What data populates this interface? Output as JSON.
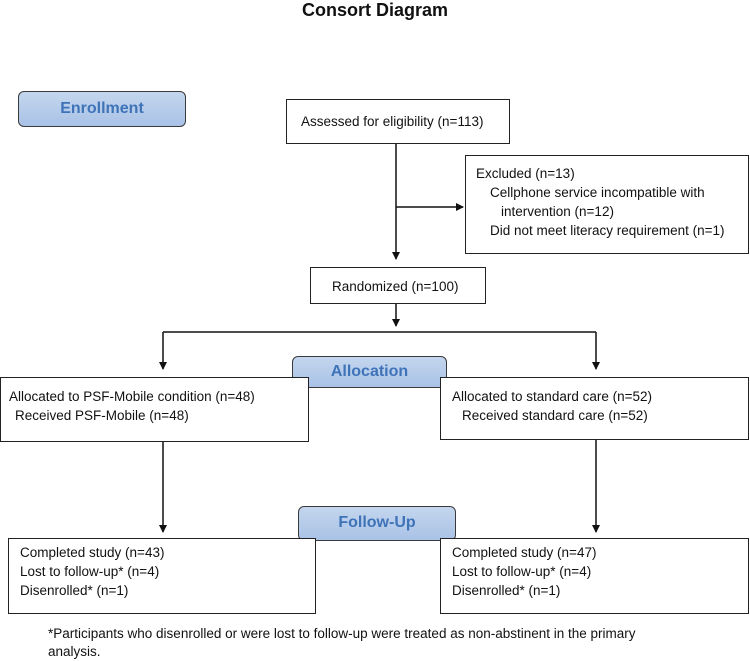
{
  "title": "Consort Diagram",
  "stages": {
    "enrollment": "Enrollment",
    "allocation": "Allocation",
    "follow_up": "Follow-Up"
  },
  "assessed": "Assessed for eligibility (n=113)",
  "excluded": {
    "heading": "Excluded  (n=13)",
    "reason1_line1": "Cellphone service incompatible with",
    "reason1_line2": "intervention (n=12)",
    "reason2": "Did not meet literacy requirement (n=1)"
  },
  "randomized": "Randomized (n=100)",
  "allocation_left": {
    "line1": "Allocated to PSF-Mobile condition (n=48)",
    "line2": "Received PSF-Mobile (n=48)"
  },
  "allocation_right": {
    "line1": "Allocated to standard care (n=52)",
    "line2": "Received standard care (n=52)"
  },
  "followup_left": {
    "line1": "Completed study (n=43)",
    "line2": "Lost to follow-up* (n=4)",
    "line3": "Disenrolled* (n=1)"
  },
  "followup_right": {
    "line1": "Completed study (n=47)",
    "line2": "Lost to follow-up* (n=4)",
    "line3": "Disenrolled* (n=1)"
  },
  "footnote": {
    "line1": "*Participants who disenrolled or were lost to follow-up were treated as non-abstinent in the primary",
    "line2": "analysis."
  }
}
